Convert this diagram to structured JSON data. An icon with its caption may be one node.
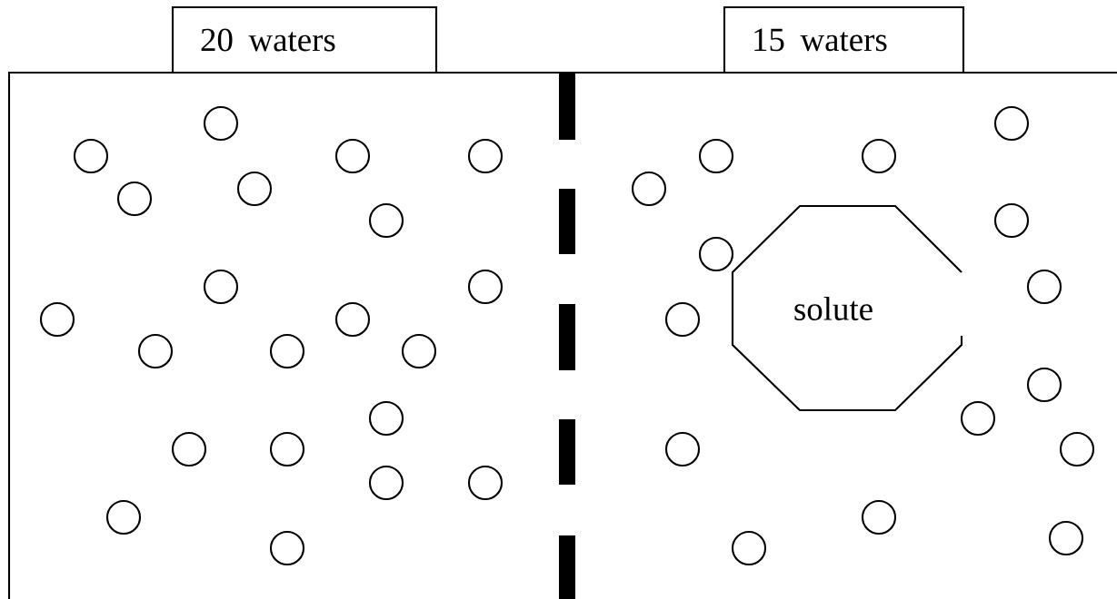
{
  "diagram": {
    "nodes": [
      {
        "text": [
          "20 waters"
        ]
      },
      {
        "text": [
          "15 waters"
        ]
      },
      {
        "text": [
          "solute"
        ]
      }
    ]
  }
}
